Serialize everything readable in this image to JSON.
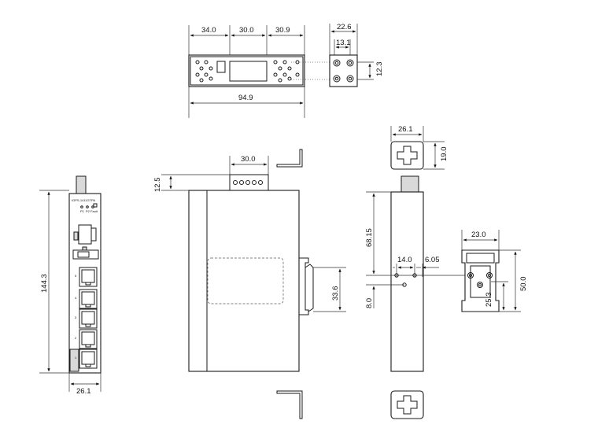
{
  "top_view": {
    "dims": [
      "34.0",
      "30.0",
      "30.9",
      "94.9"
    ]
  },
  "end_plate": {
    "dims": [
      "22.6",
      "13.1",
      "12.3"
    ]
  },
  "clip_top": {
    "dims": [
      "26.1",
      "19.0"
    ]
  },
  "front_panel": {
    "model_label": "IGPS-1411GTPA",
    "led_labels": [
      "P1",
      "P2",
      "Fault"
    ],
    "port_numbers": [
      "5",
      "4",
      "3",
      "2",
      "1"
    ],
    "dims": [
      "144.3",
      "26.1"
    ]
  },
  "side_view": {
    "dims": [
      "30.0",
      "12.5",
      "33.6"
    ]
  },
  "right_side_view": {
    "dims": [
      "68.15",
      "14.0",
      "6.05",
      "8.0"
    ]
  },
  "din_clip": {
    "dims": [
      "23.0",
      "50.0",
      "25.3"
    ]
  }
}
